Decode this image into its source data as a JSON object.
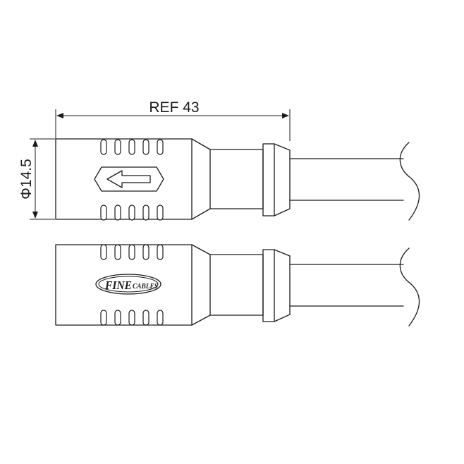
{
  "dimensions": {
    "length_label": "REF 43",
    "diameter_label": "Φ14.5"
  },
  "logo": {
    "text_big": "FINE",
    "text_small": "CABLES"
  },
  "views": [
    {
      "name": "top-view",
      "marking": "arrow-icon"
    },
    {
      "name": "bottom-view",
      "marking": "brand-logo"
    }
  ],
  "grip_slots_per_row": 5
}
